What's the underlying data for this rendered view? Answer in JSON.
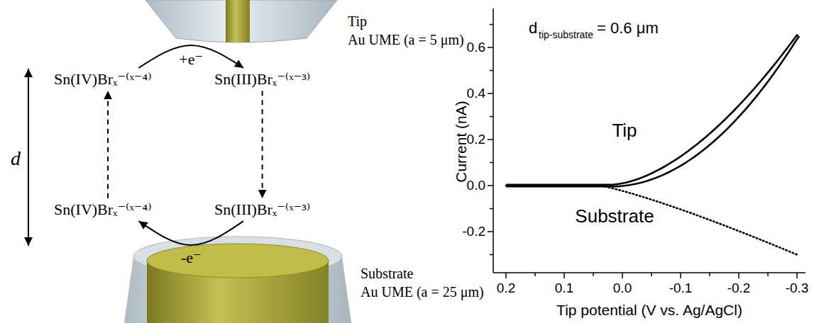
{
  "diagram": {
    "nodes": [
      {
        "text": [
          "Sn(IV)Brₓ⁻⁽ˣ⁻⁴⁾"
        ]
      },
      {
        "text": [
          "Sn(III)Brₓ⁻⁽ˣ⁻³⁾"
        ]
      },
      {
        "text": [
          "Sn(IV)Brₓ⁻⁽ˣ⁻⁴⁾"
        ]
      },
      {
        "text": [
          "Sn(III)Brₓ⁻⁽ˣ⁻³⁾"
        ]
      }
    ],
    "edges": [
      {
        "from": 0,
        "to": 1,
        "label": "+e⁻",
        "arrow": "to"
      },
      {
        "from": 1,
        "to": 3,
        "arrow": "to"
      },
      {
        "from": 3,
        "to": 2,
        "label": "-e⁻",
        "arrow": "to"
      },
      {
        "from": 2,
        "to": 0,
        "arrow": "to"
      }
    ],
    "labels": [
      "Tip",
      "Au UME (a = 5 μm)",
      "Substrate",
      "Au UME (a = 25 μm)",
      "d",
      "d",
      "tip-substrate",
      "= 0.6 μm",
      "Tip",
      "Substrate",
      "0.6",
      "0.4",
      "0.2",
      "0.0",
      "-0.2",
      "0.2",
      "0.1",
      "0.0",
      "-0.1",
      "-0.2",
      "-0.3",
      "Current (nA)",
      "Tip potential (V vs. Ag/AgCl)"
    ]
  }
}
